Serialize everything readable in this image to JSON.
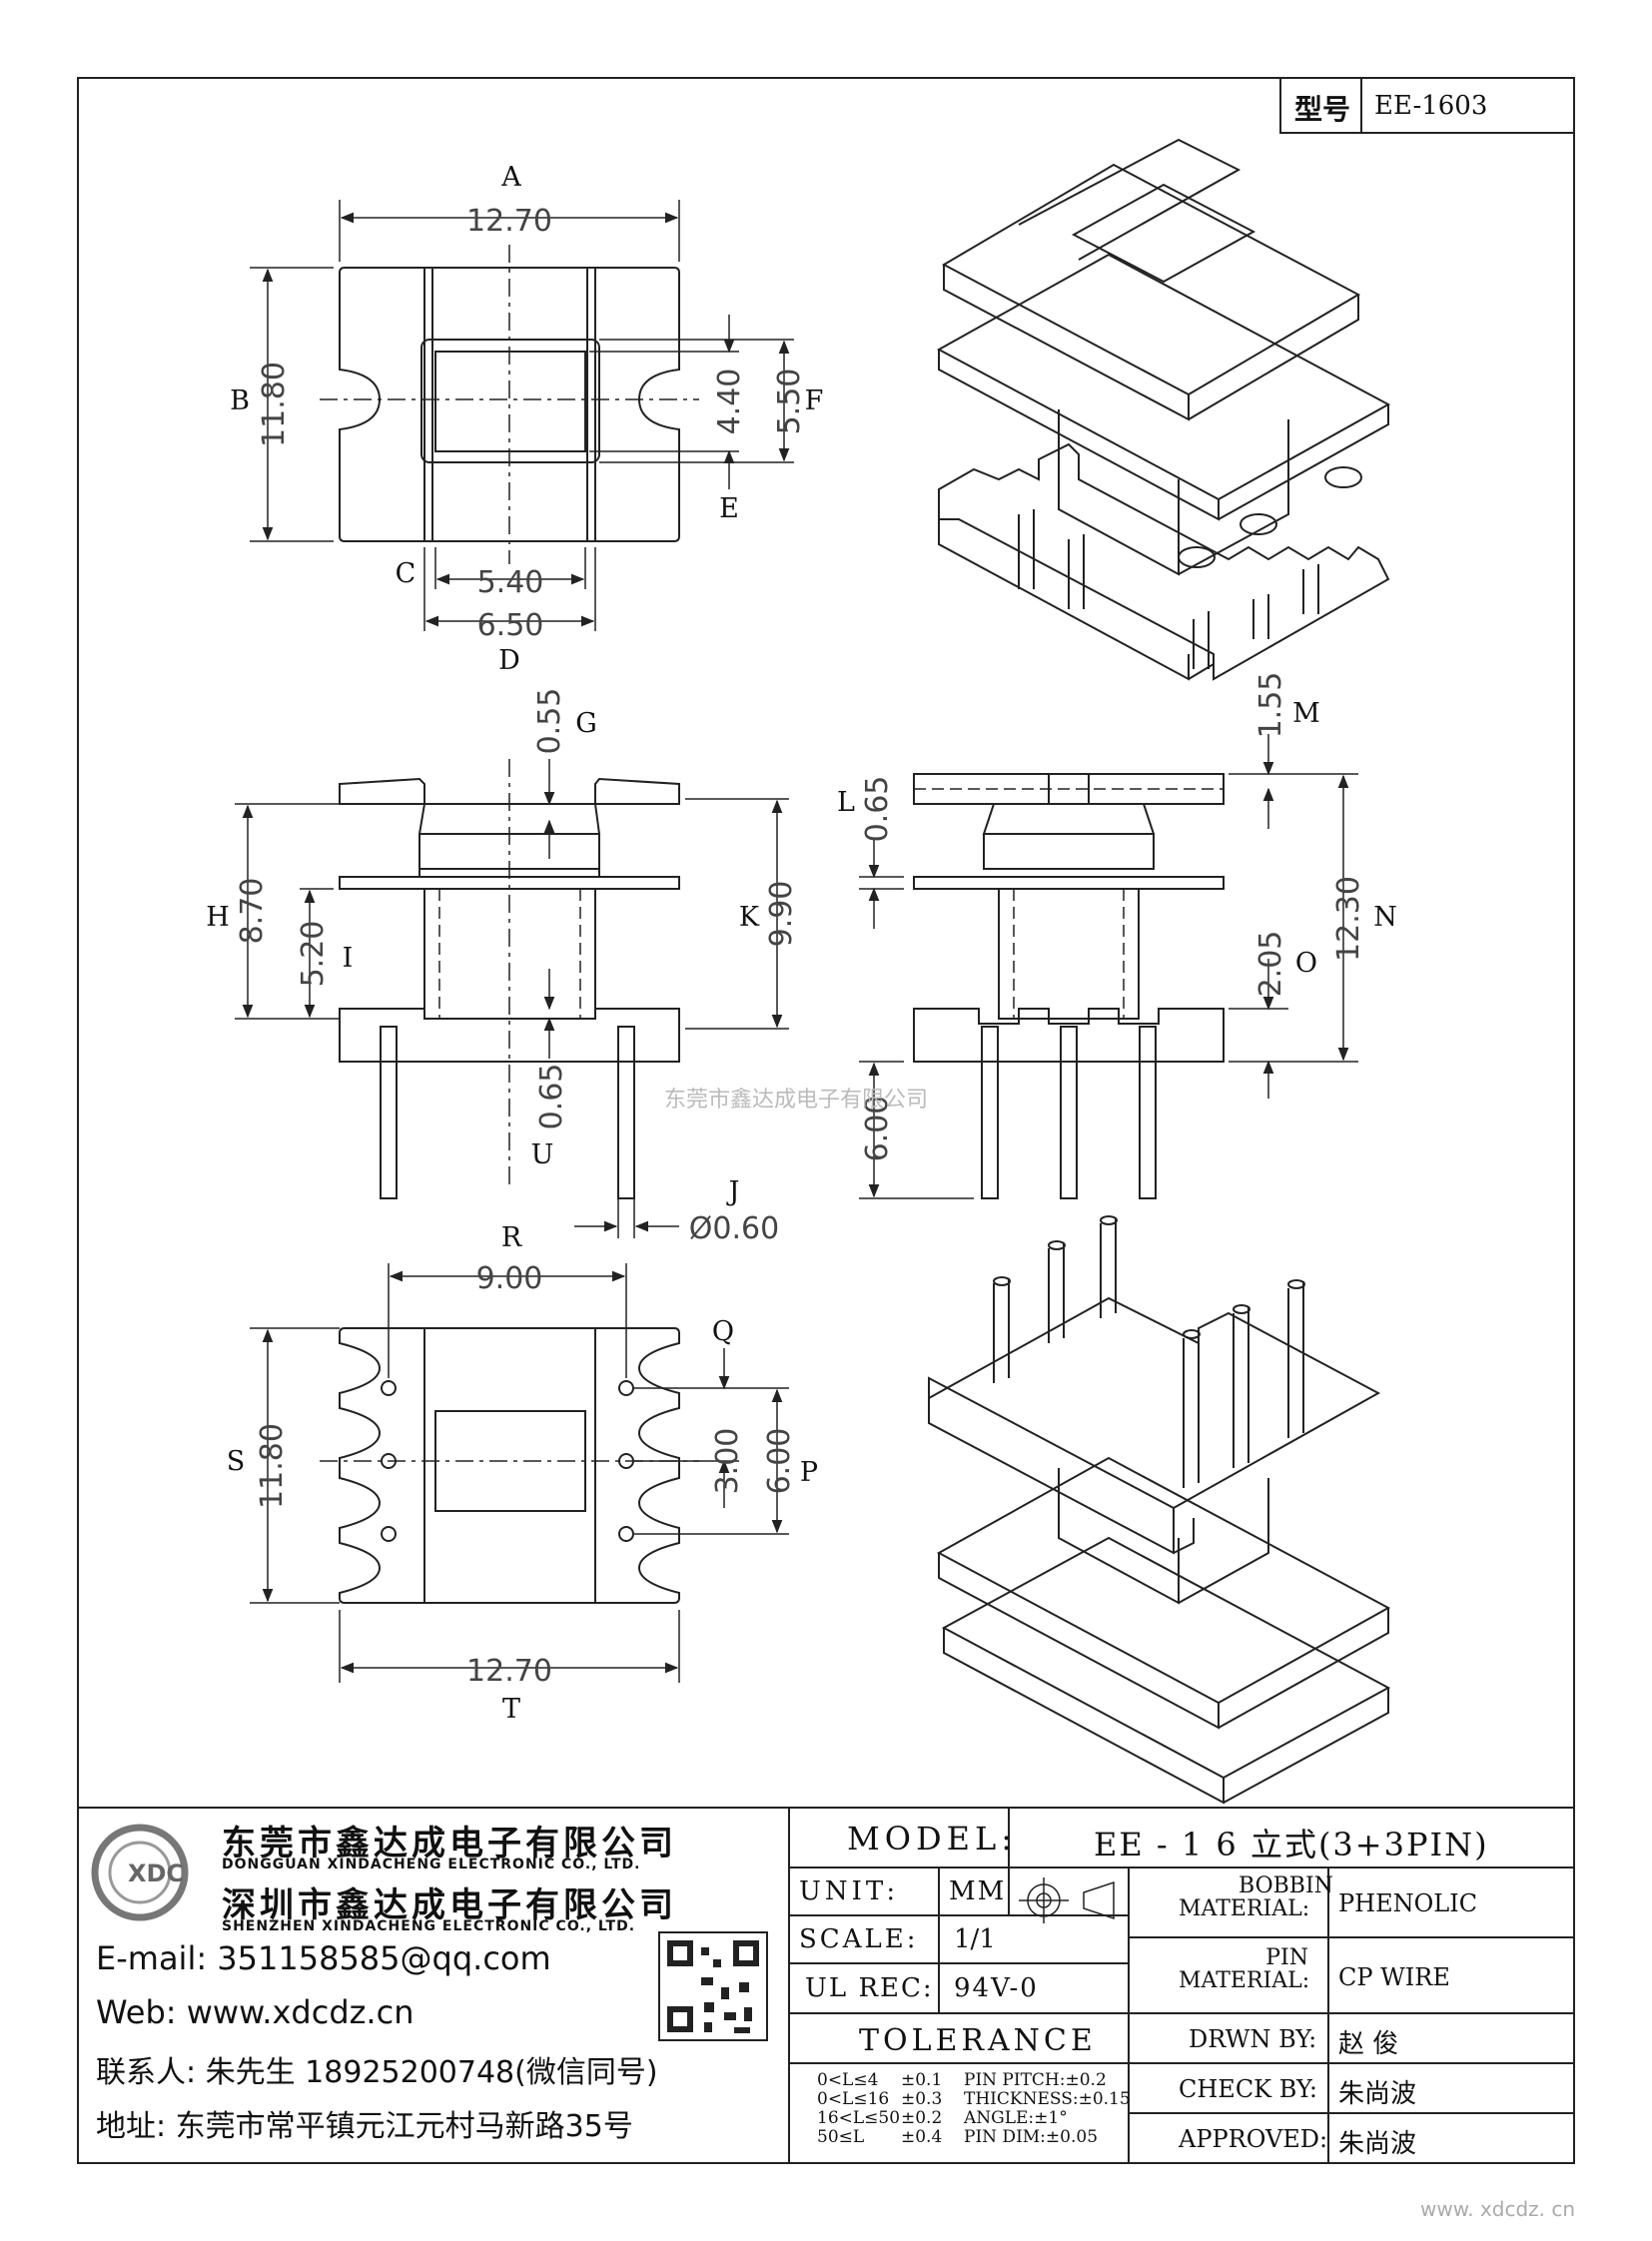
{
  "title_block": {
    "type_label": "型号",
    "type_value": "EE-1603",
    "model_label": "MODEL:",
    "model_value": "EE - 1 6 立式(3+3PIN)",
    "unit_label": "UNIT:",
    "unit_value": "MM",
    "scale_label": "SCALE:",
    "scale_value": "1/1",
    "ul_label": "UL REC:",
    "ul_value": "94V-0",
    "tolerance_label": "TOLERANCE",
    "tolerances": [
      [
        "0<L≤4",
        "±0.1",
        "PIN PITCH:±0.2"
      ],
      [
        "0<L≤16",
        "±0.3",
        "THICKNESS:±0.15"
      ],
      [
        "16<L≤50",
        "±0.2",
        "ANGLE:±1°"
      ],
      [
        "50≤L",
        "±0.4",
        "PIN DIM:±0.05"
      ]
    ],
    "bobbin_material_label_1": "BOBBIN",
    "bobbin_material_label_2": "MATERIAL:",
    "bobbin_material_value": "PHENOLIC",
    "pin_material_label_1": "PIN",
    "pin_material_label_2": "MATERIAL:",
    "pin_material_value": "CP WIRE",
    "drawn_by_label": "DRWN BY:",
    "drawn_by_value": "赵  俊",
    "check_by_label": "CHECK BY:",
    "check_by_value": "朱尚波",
    "approved_label": "APPROVED:",
    "approved_value": "朱尚波"
  },
  "company": {
    "logo_text": "XDC",
    "name_cn_1": "东莞市鑫达成电子有限公司",
    "name_en_1": "DONGGUAN XINDACHENG ELECTRONIC CO., LTD.",
    "name_cn_2": "深圳市鑫达成电子有限公司",
    "name_en_2": "SHENZHEN XINDACHENG ELECTRONIC CO., LTD.",
    "email": "E-mail: 351158585@qq.com",
    "web": "Web: www.xdcdz.cn",
    "contact": "联系人: 朱先生 18925200748(微信同号)",
    "address": "地址: 东莞市常平镇元江元村马新路35号"
  },
  "watermark_center": "东莞市鑫达成电子有限公司",
  "watermark_corner": "www. xdcdz. cn",
  "dimensions": {
    "A": "12.70",
    "B": "11.80",
    "C": "5.40",
    "D": "6.50",
    "E": "4.40",
    "F": "5.50",
    "G": "0.55",
    "H": "8.70",
    "I": "5.20",
    "K": "9.90",
    "U": "0.65",
    "J": "Ø0.60",
    "L": "0.65",
    "M": "1.55",
    "N": "12.30",
    "O": "2.05",
    "LEAD": "6.00",
    "R": "9.00",
    "Q": "3.00",
    "P": "6.00",
    "S": "11.80",
    "T": "12.70"
  },
  "dim_letters": [
    "A",
    "B",
    "C",
    "D",
    "E",
    "F",
    "G",
    "H",
    "I",
    "K",
    "U",
    "J",
    "L",
    "M",
    "N",
    "O",
    "R",
    "Q",
    "P",
    "S",
    "T"
  ]
}
